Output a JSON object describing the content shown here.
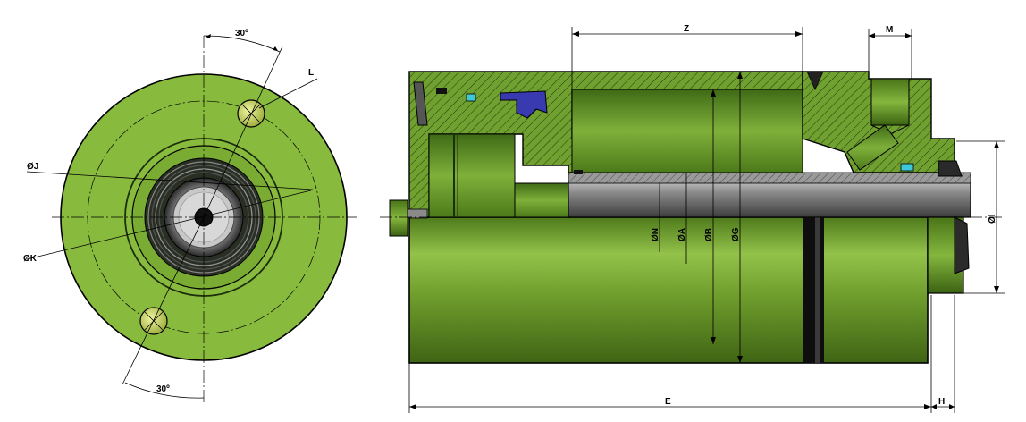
{
  "drawing": {
    "left_view": {
      "angle_top": "30º",
      "angle_bottom": "30º",
      "label_l": "L",
      "label_j": "ØJ",
      "label_k": "ØK"
    },
    "side_view": {
      "label_z": "Z",
      "label_m": "M",
      "label_n": "ØN",
      "label_a": "ØA",
      "label_b": "ØB",
      "label_g": "ØG",
      "label_i": "ØI",
      "label_e": "E",
      "label_h": "H"
    },
    "colors": {
      "body_green": "#86b43a",
      "hatch_green": "#6d9b2d",
      "rod_gray": "#8e8e8e",
      "seal_blue": "#3a3ab0",
      "seal_cyan": "#3cc8d8"
    }
  }
}
